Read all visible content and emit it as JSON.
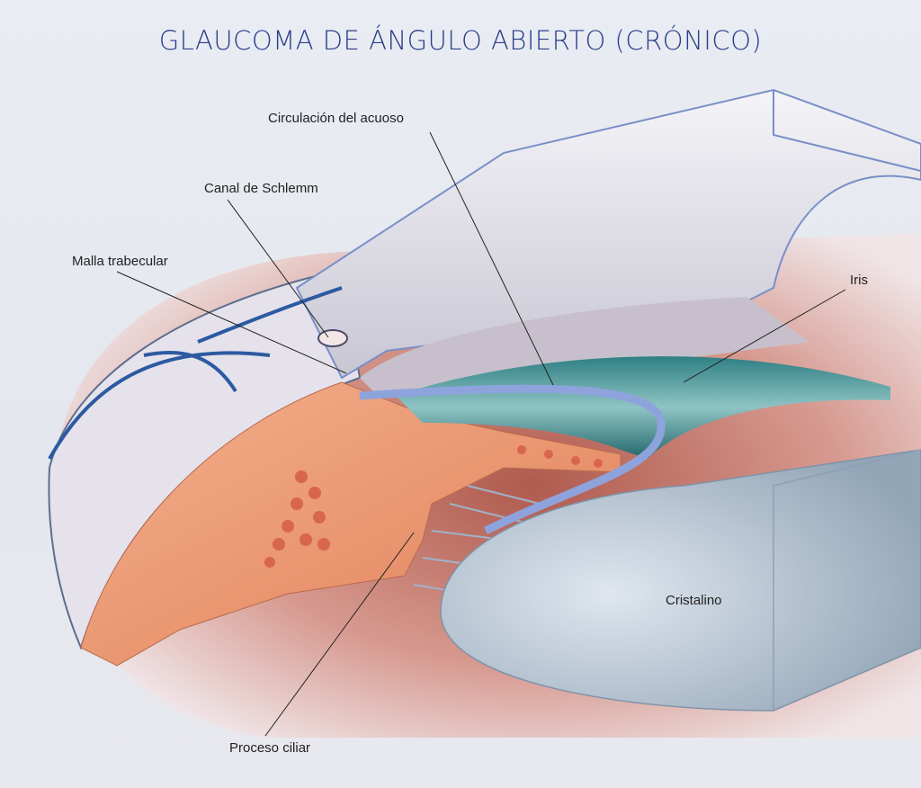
{
  "title": "GLAUCOMA DE ÁNGULO ABIERTO (CRÓNICO)",
  "labels": {
    "circulacion": "Circulación del acuoso",
    "schlemm": "Canal de Schlemm",
    "malla": "Malla trabecular",
    "iris": "Iris",
    "cristalino": "Cristalino",
    "proceso": "Proceso ciliar"
  },
  "colors": {
    "title": "#2a3f8a",
    "muscle": "#f0a27a",
    "iris": "#3c8a8a",
    "aqueous_flow": "#8ea3dc",
    "lens": "#b9c6d2"
  }
}
